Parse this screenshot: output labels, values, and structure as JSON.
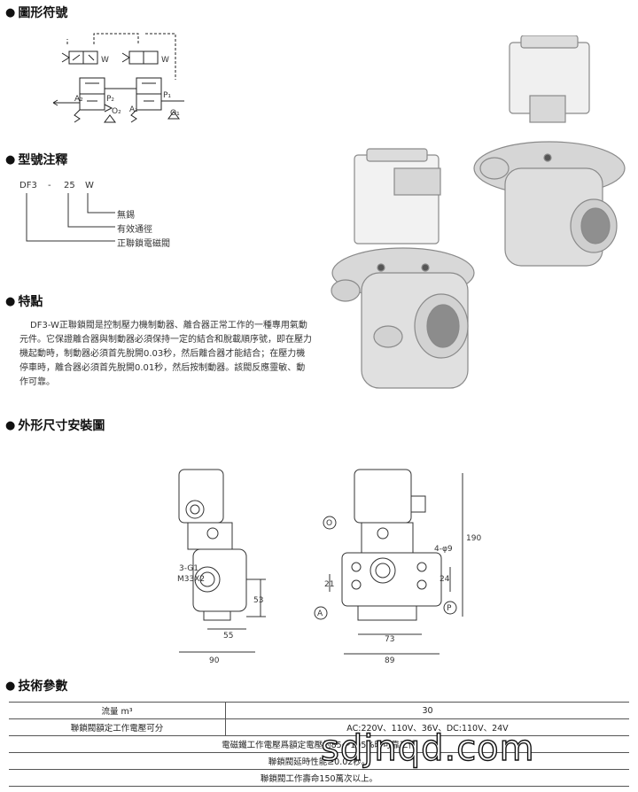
{
  "sections": {
    "symbol": "圖形符號",
    "model": "型號注釋",
    "features": "特點",
    "dimensions": "外形尺寸安裝圖",
    "specs": "技術參數"
  },
  "bullet": "●",
  "symbol_labels": {
    "w1": "W",
    "w2": "W",
    "a2": "A₂",
    "p2": "P₂",
    "o2": "O₂",
    "a1": "A₁",
    "p1": "P₁",
    "o1": "O₁"
  },
  "model_code": {
    "prefix": "DF3",
    "dash": "-",
    "size": "25",
    "suffix": "W",
    "notes": [
      "無錫",
      "有效通徑",
      "正聯鎖電磁閥"
    ]
  },
  "features_text": "DF3-W正聯鎖閥是控制壓力機制動器、離合器正常工作的一種專用氣動元件。它保證離合器與制動器必須保持一定的結合和脫載順序號，即在壓力機起動時，制動器必須首先脫開0.03秒，然后離合器才能結合；在壓力機停車時，離合器必須首先脫開0.01秒，然后按制動器。該閥反應靈敏、動作可靠。",
  "dims": {
    "g_thread": "3-G1",
    "m_thread": "M33X2",
    "d53": "53",
    "d55": "55",
    "d90": "90",
    "o_mark": "O",
    "a_mark": "A",
    "p_mark": "P",
    "holes": "4-φ9",
    "d190": "190",
    "d21": "21",
    "d24": "24",
    "d73": "73",
    "d89": "89"
  },
  "specs": {
    "rows": [
      {
        "label": "流量 m³",
        "value": "30"
      },
      {
        "label": "聯鎖閥額定工作電壓可分",
        "value": "AC:220V、110V、36V、DC:110V、24V"
      }
    ],
    "notes": [
      "電磁鐵工作電壓爲額定電壓的85～105%時可靠工作",
      "聯鎖閥延時性能≥0.02秒。",
      "聯鎖閥工作壽命150萬次以上。"
    ]
  },
  "watermark": "sdjnqd.com"
}
